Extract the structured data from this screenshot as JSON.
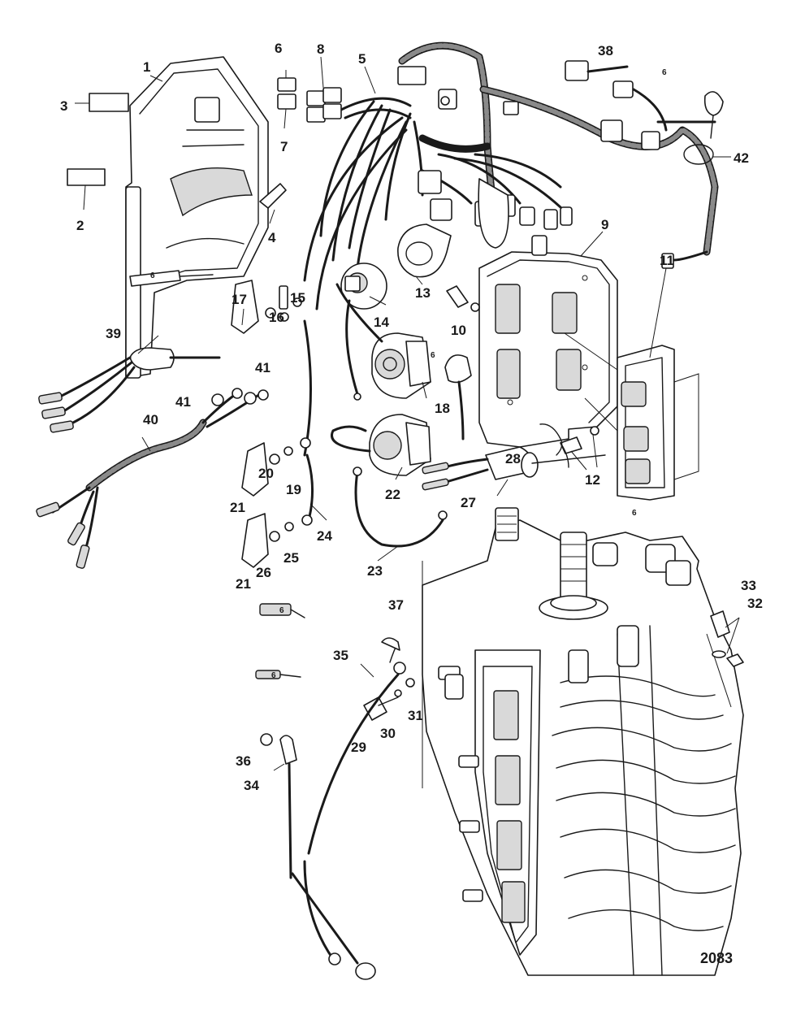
{
  "diagram": {
    "reference_number": "2083",
    "tube_label": "6",
    "callouts": [
      {
        "id": "1",
        "label": "1"
      },
      {
        "id": "2",
        "label": "2"
      },
      {
        "id": "3",
        "label": "3"
      },
      {
        "id": "4",
        "label": "4"
      },
      {
        "id": "5",
        "label": "5"
      },
      {
        "id": "6",
        "label": "6"
      },
      {
        "id": "7",
        "label": "7"
      },
      {
        "id": "8",
        "label": "8"
      },
      {
        "id": "9",
        "label": "9"
      },
      {
        "id": "10",
        "label": "10"
      },
      {
        "id": "11",
        "label": "11"
      },
      {
        "id": "12",
        "label": "12"
      },
      {
        "id": "13",
        "label": "13"
      },
      {
        "id": "14",
        "label": "14"
      },
      {
        "id": "15",
        "label": "15"
      },
      {
        "id": "16",
        "label": "16"
      },
      {
        "id": "17",
        "label": "17"
      },
      {
        "id": "18",
        "label": "18"
      },
      {
        "id": "19",
        "label": "19"
      },
      {
        "id": "20",
        "label": "20"
      },
      {
        "id": "21a",
        "label": "21"
      },
      {
        "id": "21b",
        "label": "21"
      },
      {
        "id": "22",
        "label": "22"
      },
      {
        "id": "23",
        "label": "23"
      },
      {
        "id": "24",
        "label": "24"
      },
      {
        "id": "25",
        "label": "25"
      },
      {
        "id": "26",
        "label": "26"
      },
      {
        "id": "27",
        "label": "27"
      },
      {
        "id": "28",
        "label": "28"
      },
      {
        "id": "29",
        "label": "29"
      },
      {
        "id": "30",
        "label": "30"
      },
      {
        "id": "31",
        "label": "31"
      },
      {
        "id": "32",
        "label": "32"
      },
      {
        "id": "33",
        "label": "33"
      },
      {
        "id": "34",
        "label": "34"
      },
      {
        "id": "35",
        "label": "35"
      },
      {
        "id": "36",
        "label": "36"
      },
      {
        "id": "37",
        "label": "37"
      },
      {
        "id": "38",
        "label": "38"
      },
      {
        "id": "39",
        "label": "39"
      },
      {
        "id": "40",
        "label": "40"
      },
      {
        "id": "41a",
        "label": "41"
      },
      {
        "id": "41b",
        "label": "41"
      },
      {
        "id": "42",
        "label": "42"
      }
    ]
  }
}
